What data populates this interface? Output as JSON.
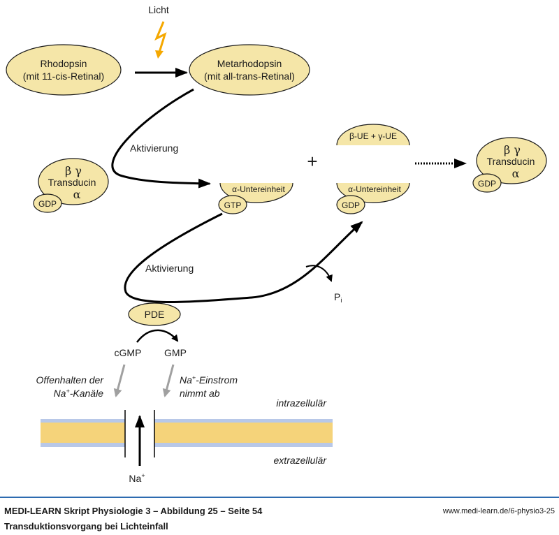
{
  "diagram": {
    "light_label": "Licht",
    "rhodopsin": {
      "line1": "Rhodopsin",
      "line2": "(mit 11-cis-Retinal)"
    },
    "metarhodopsin": {
      "line1": "Metarhodopsin",
      "line2": "(mit all-trans-Retinal)"
    },
    "activation_label_1": "Aktivierung",
    "activation_label_2": "Aktivierung",
    "transducin_left": {
      "beta_gamma": "β γ",
      "name": "Transducin",
      "alpha": "α",
      "gdp": "GDP"
    },
    "alpha_subunit_gtp": {
      "label": "α-Untereinheit",
      "gtp": "GTP"
    },
    "plus_sign": "+",
    "beta_gamma_subunit": {
      "label": "β-UE + γ-UE"
    },
    "alpha_subunit_gdp": {
      "label": "α-Untereinheit",
      "gdp": "GDP"
    },
    "transducin_right": {
      "beta_gamma": "β γ",
      "name": "Transducin",
      "alpha": "α",
      "gdp": "GDP"
    },
    "pi_label": {
      "base": "P",
      "sub": "i"
    },
    "pde_label": "PDE",
    "cgmp_label": "cGMP",
    "gmp_label": "GMP",
    "note_left": {
      "line1": "Offenhalten der",
      "line2_pre": "Na",
      "line2_sup": "+",
      "line2_post": "-Kanäle"
    },
    "note_right": {
      "line1_pre": "Na",
      "line1_sup": "+",
      "line1_post": "-Einstrom",
      "line2": "nimmt ab"
    },
    "intracellular_label": "intrazellulär",
    "extracellular_label": "extrazellulär",
    "na_label": {
      "base": "Na",
      "sup": "+"
    }
  },
  "colors": {
    "node_fill": "#f5e6a8",
    "node_stroke": "#1a1a1a",
    "light_bolt": "#f5a800",
    "membrane_core": "#f5d37a",
    "membrane_edge": "#b8c8e8",
    "grey_arrow": "#a0a0a0",
    "footer_rule": "#2d6bb0"
  },
  "footer": {
    "source_line": "MEDI-LEARN Skript Physiologie 3 – Abbildung 25 – Seite 54",
    "url": "www.medi-learn.de/6-physio3-25",
    "caption": "Transduktionsvorgang bei Lichteinfall"
  }
}
